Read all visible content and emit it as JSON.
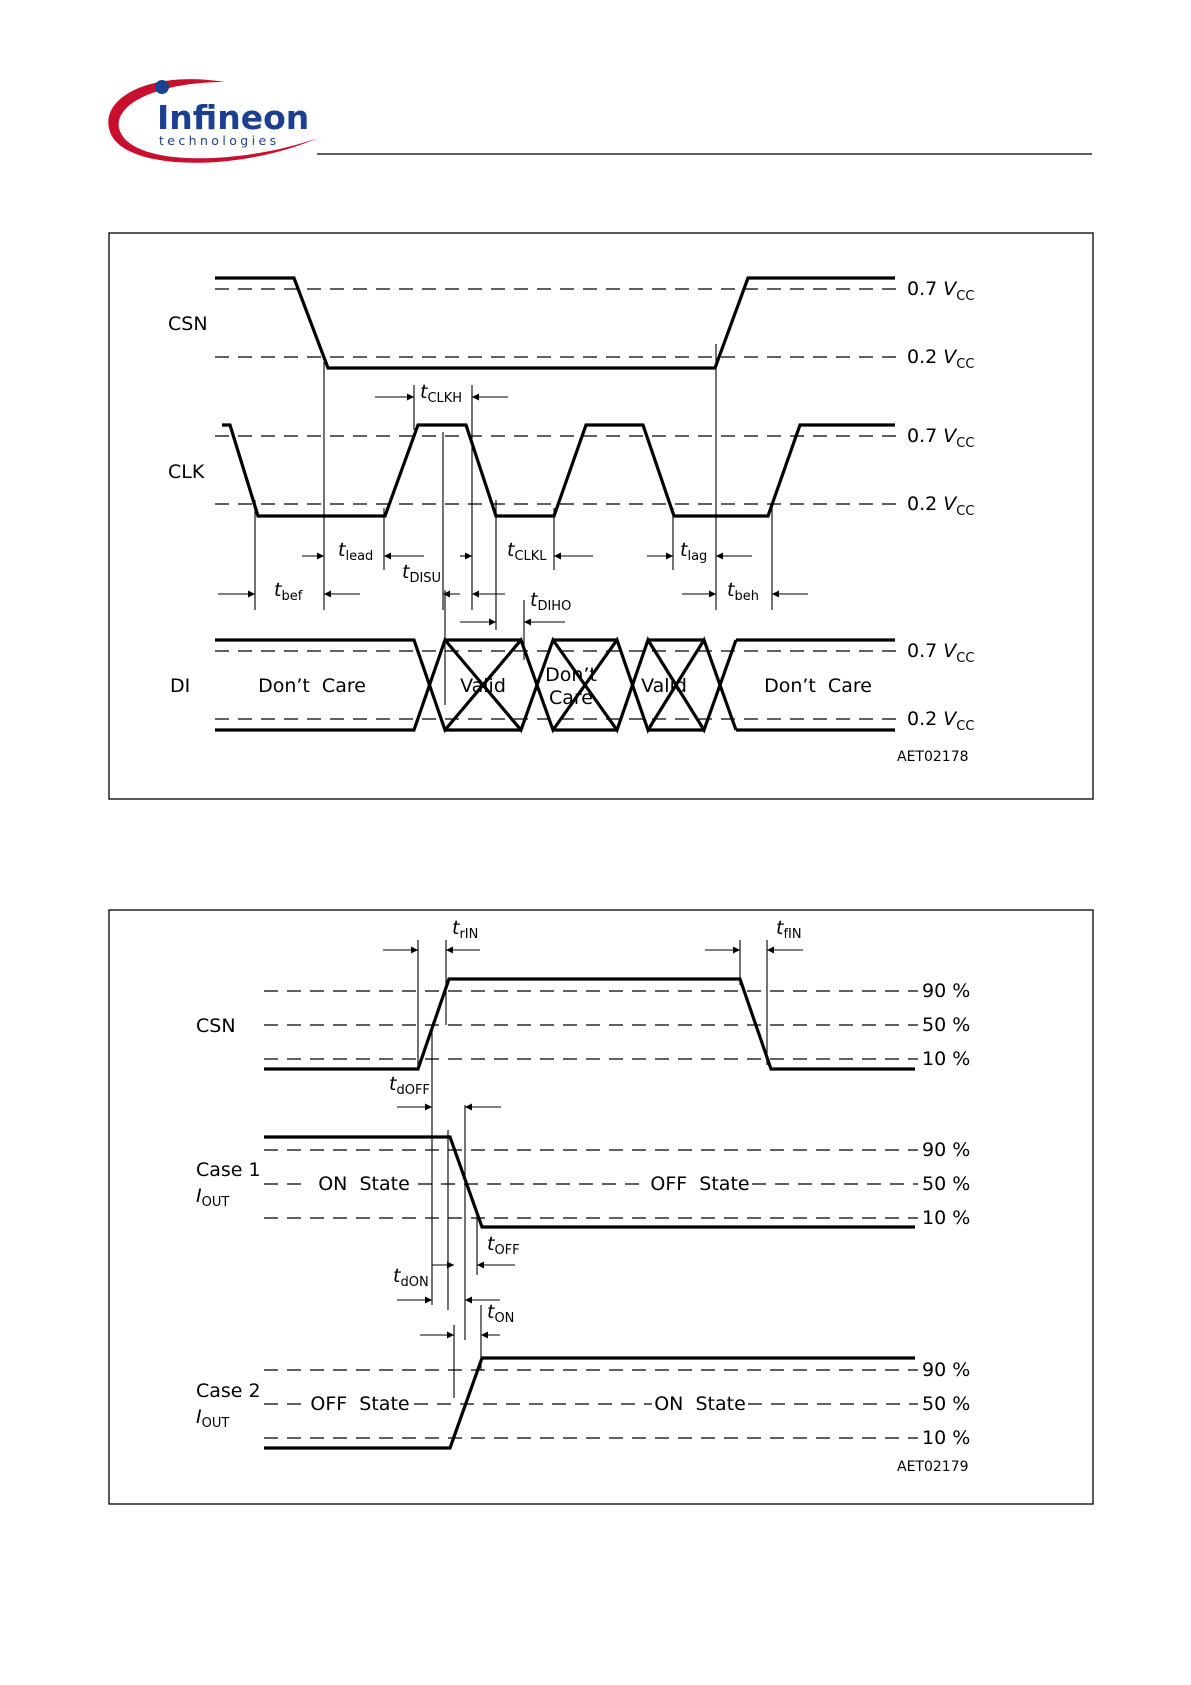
{
  "logo": {
    "brand": "Infineon",
    "tagline": "technologies",
    "colors": {
      "swoosh": "#c8102e",
      "text": "#1d3f8f"
    }
  },
  "diagram1": {
    "signals": {
      "csn": "CSN",
      "clk": "CLK",
      "di": "DI"
    },
    "levels": {
      "high": "0.7",
      "low": "0.2",
      "unit_main": "V",
      "unit_sub": "CC"
    },
    "timings": [
      {
        "id": "clkh",
        "main": "t",
        "sub": "CLKH"
      },
      {
        "id": "lead",
        "main": "t",
        "sub": "lead"
      },
      {
        "id": "clkl",
        "main": "t",
        "sub": "CLKL"
      },
      {
        "id": "lag",
        "main": "t",
        "sub": "lag"
      },
      {
        "id": "bef",
        "main": "t",
        "sub": "bef"
      },
      {
        "id": "disu",
        "main": "t",
        "sub": "DISU"
      },
      {
        "id": "diho",
        "main": "t",
        "sub": "DIHO"
      },
      {
        "id": "beh",
        "main": "t",
        "sub": "beh"
      }
    ],
    "di_states": {
      "dont_care_left": "Don’t  Care",
      "valid1": "Valid",
      "dont_care_mid_line1": "Don’t",
      "dont_care_mid_line2": "Care",
      "valid2": "Valid",
      "dont_care_right": "Don’t  Care"
    },
    "figure_code": "AET02178"
  },
  "diagram2": {
    "signals": {
      "csn": "CSN",
      "case1": "Case 1",
      "case2": "Case 2",
      "iout_main": "I",
      "iout_sub": "OUT"
    },
    "levels": [
      "90 %",
      "50 %",
      "10 %"
    ],
    "timings": [
      {
        "id": "rin",
        "main": "t",
        "sub": "rIN"
      },
      {
        "id": "fin",
        "main": "t",
        "sub": "fIN"
      },
      {
        "id": "doff",
        "main": "t",
        "sub": "dOFF"
      },
      {
        "id": "off",
        "main": "t",
        "sub": "OFF"
      },
      {
        "id": "don",
        "main": "t",
        "sub": "dON"
      },
      {
        "id": "on",
        "main": "t",
        "sub": "ON"
      }
    ],
    "states": {
      "case1_left": "ON  State",
      "case1_right": "OFF  State",
      "case2_left": "OFF  State",
      "case2_right": "ON  State"
    },
    "figure_code": "AET02179"
  }
}
